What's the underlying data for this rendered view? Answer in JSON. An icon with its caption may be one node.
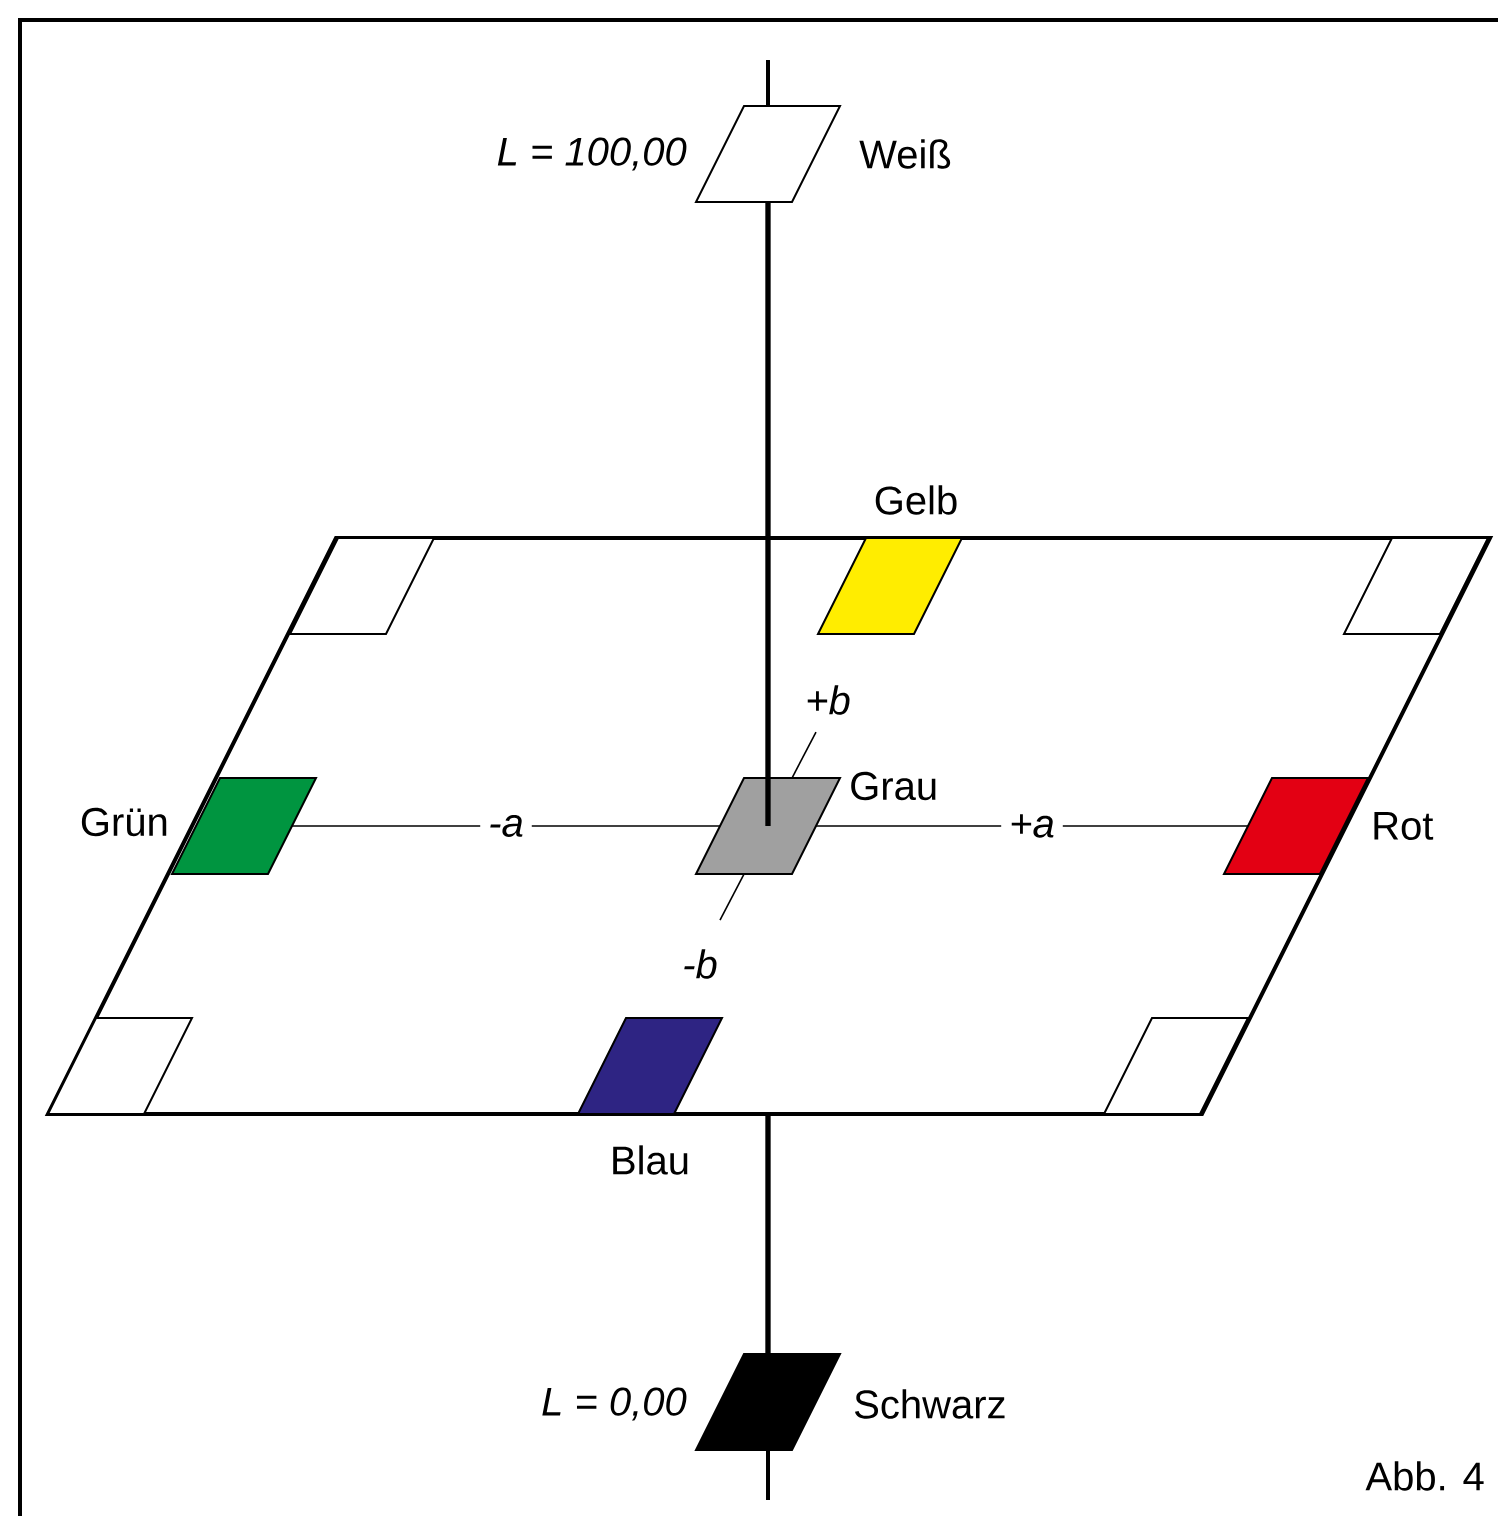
{
  "diagram": {
    "nodes": [
      {
        "text": [
          "Weiß"
        ],
        "beside": [
          "L = 100,00"
        ]
      },
      {
        "text": [],
        "shape": "parallelogram"
      },
      {
        "text": [],
        "shape": "parallelogram",
        "in": 1
      },
      {
        "text": [
          "Gelb"
        ],
        "in": 1
      },
      {
        "text": [],
        "shape": "parallelogram",
        "in": 1
      },
      {
        "text": [
          "Grün"
        ],
        "in": 1
      },
      {
        "text": [
          "Grau"
        ],
        "in": 1
      },
      {
        "text": [
          "Rot"
        ],
        "in": 1
      },
      {
        "text": [],
        "shape": "parallelogram",
        "in": 1
      },
      {
        "text": [
          "Blau"
        ],
        "in": 1
      },
      {
        "text": [],
        "shape": "parallelogram",
        "in": 1
      },
      {
        "text": [
          "Schwarz"
        ],
        "beside": [
          "L = 0,00"
        ]
      }
    ],
    "edges": [
      {
        "from": 0,
        "to": 6,
        "arrow": "none",
        "style": "thick"
      },
      {
        "from": 1,
        "to": 11,
        "arrow": "none",
        "style": "thick"
      },
      {
        "from": 5,
        "to": 6,
        "arrow": "none",
        "label": "-a"
      },
      {
        "from": 6,
        "to": 7,
        "arrow": "none",
        "label": "+a"
      },
      {
        "from": 6,
        "to": null,
        "arrow": "none",
        "label": "+b"
      },
      {
        "from": 6,
        "to": null,
        "arrow": "none",
        "label": "-b"
      }
    ],
    "labels": [
      "Abb. 4"
    ]
  }
}
